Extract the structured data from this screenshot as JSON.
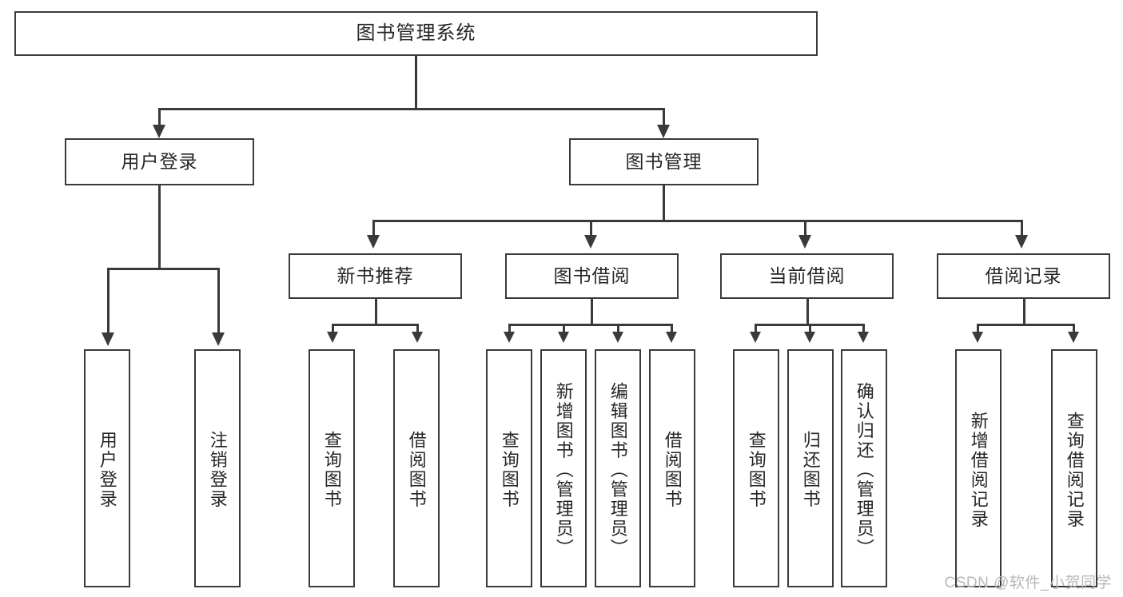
{
  "diagram": {
    "type": "tree-hierarchy-chart",
    "title": "图书管理系统",
    "root": {
      "label": "图书管理系统"
    },
    "level1": [
      {
        "label": "用户登录"
      },
      {
        "label": "图书管理"
      }
    ],
    "level2": [
      {
        "label": "新书推荐"
      },
      {
        "label": "图书借阅"
      },
      {
        "label": "当前借阅"
      },
      {
        "label": "借阅记录"
      }
    ],
    "leaves": {
      "user_login": [
        {
          "label": "用户登录"
        },
        {
          "label": "注销登录"
        }
      ],
      "new_book_recommend": [
        {
          "label": "查询图书"
        },
        {
          "label": "借阅图书"
        }
      ],
      "book_borrow": [
        {
          "label": "查询图书"
        },
        {
          "label": "新增图书（管理员）"
        },
        {
          "label": "编辑图书（管理员）"
        },
        {
          "label": "借阅图书"
        }
      ],
      "current_borrow": [
        {
          "label": "查询图书"
        },
        {
          "label": "归还图书"
        },
        {
          "label": "确认归还（管理员）"
        }
      ],
      "borrow_record": [
        {
          "label": "新增借阅记录"
        },
        {
          "label": "查询借阅记录"
        }
      ]
    }
  },
  "watermark": {
    "text": "CSDN @软件_小贺同学"
  },
  "colors": {
    "stroke": "#3a3a3a",
    "text": "#262626",
    "background": "#ffffff",
    "watermark": "#b8b8b8"
  }
}
